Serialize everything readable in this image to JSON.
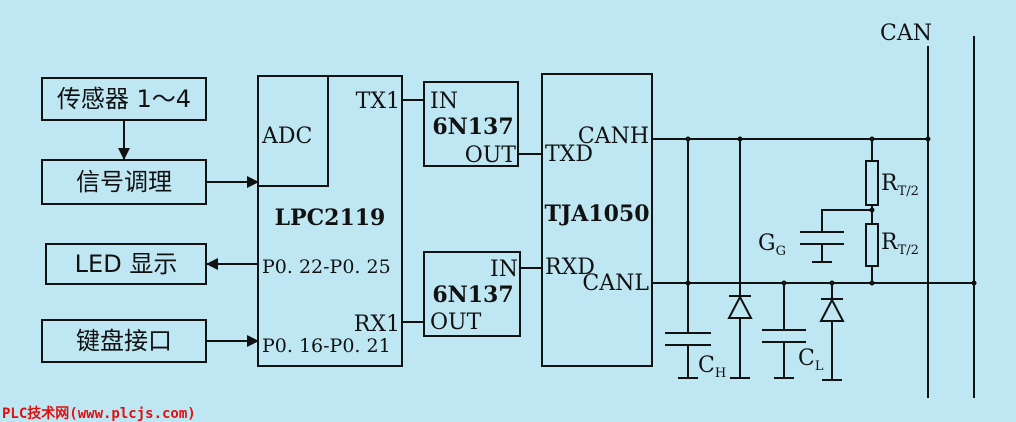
{
  "blocks": {
    "sensor": "传感器 1～4",
    "conditioning": "信号调理",
    "led": "LED 显示",
    "keyboard": "键盘接口",
    "mcu": {
      "adc": "ADC",
      "name": "LPC2119",
      "tx": "TX1",
      "rx": "RX1",
      "pins_led": "P0. 22-P0. 25",
      "pins_key": "P0. 16-P0. 21"
    },
    "opto_top": {
      "in": "IN",
      "name": "6N137",
      "out": "OUT"
    },
    "opto_bottom": {
      "in": "IN",
      "name": "6N137",
      "out": "OUT"
    },
    "transceiver": {
      "name": "TJA1050",
      "txd": "TXD",
      "rxd": "RXD",
      "canh": "CANH",
      "canl": "CANL"
    }
  },
  "bus": {
    "label": "CAN",
    "r_top": {
      "main": "R",
      "sub": "T/2"
    },
    "r_bottom": {
      "main": "R",
      "sub": "T/2"
    },
    "cg": {
      "main": "G",
      "sub": "G"
    },
    "ch": {
      "main": "C",
      "sub": "H"
    },
    "cl": {
      "main": "C",
      "sub": "L"
    }
  },
  "watermark": "PLC技术网(www.plcjs.com)",
  "colors": {
    "background": "#bfe7f3",
    "line": "#111111",
    "watermark": "#dd1111"
  }
}
